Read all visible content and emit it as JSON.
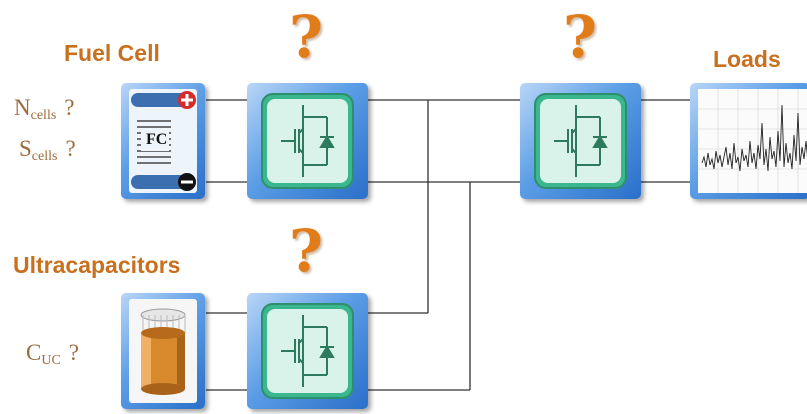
{
  "labels": {
    "fuel_cell": "Fuel Cell",
    "loads": "Loads",
    "ultracapacitors": "Ultracapacitors"
  },
  "question_marks": [
    "?",
    "?",
    "?"
  ],
  "fuel_cell": {
    "badge": "FC",
    "params": [
      {
        "symbol": "N",
        "sub": "cells",
        "mark": "?"
      },
      {
        "symbol": "S",
        "sub": "cells",
        "mark": "?"
      }
    ]
  },
  "ultracap": {
    "params": [
      {
        "symbol": "C",
        "sub": "UC",
        "mark": "?"
      }
    ]
  },
  "colors": {
    "label_orange": "#c8701e",
    "question_orange": "#e07c1a",
    "param_brown": "#9b6b3b",
    "box_blue": "#3b82d8",
    "converter_green": "#3bb78f"
  }
}
